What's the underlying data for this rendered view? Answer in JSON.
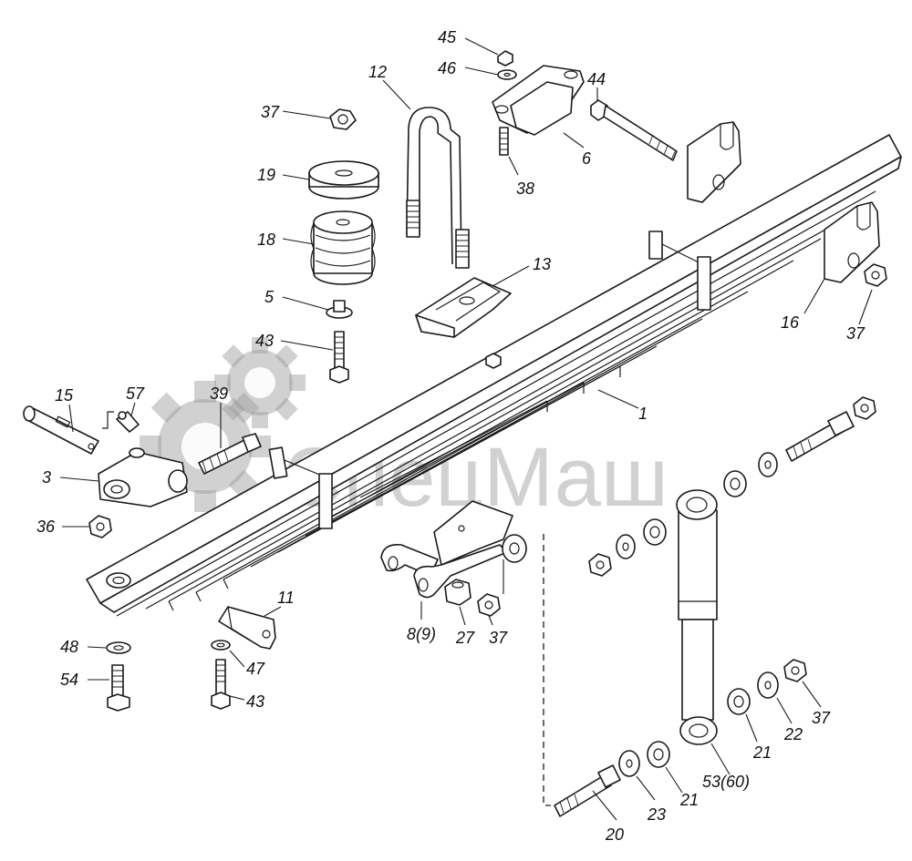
{
  "watermark": {
    "text": "СпецМаш",
    "color": "#9a9a9a"
  },
  "callouts": {
    "c1": "1",
    "c3": "3",
    "c5": "5",
    "c6": "6",
    "c8_9": "8(9)",
    "c11": "11",
    "c12": "12",
    "c13": "13",
    "c15": "15",
    "c16": "16",
    "c18": "18",
    "c19": "19",
    "c20": "20",
    "c21a": "21",
    "c21b": "21",
    "c22": "22",
    "c23": "23",
    "c27": "27",
    "c36": "36",
    "c37a": "37",
    "c37b": "37",
    "c37c": "37",
    "c37d": "37",
    "c38": "38",
    "c39": "39",
    "c43a": "43",
    "c43b": "43",
    "c44": "44",
    "c45": "45",
    "c46": "46",
    "c47": "47",
    "c48": "48",
    "c53_60": "53(60)",
    "c54": "54",
    "c57": "57"
  }
}
